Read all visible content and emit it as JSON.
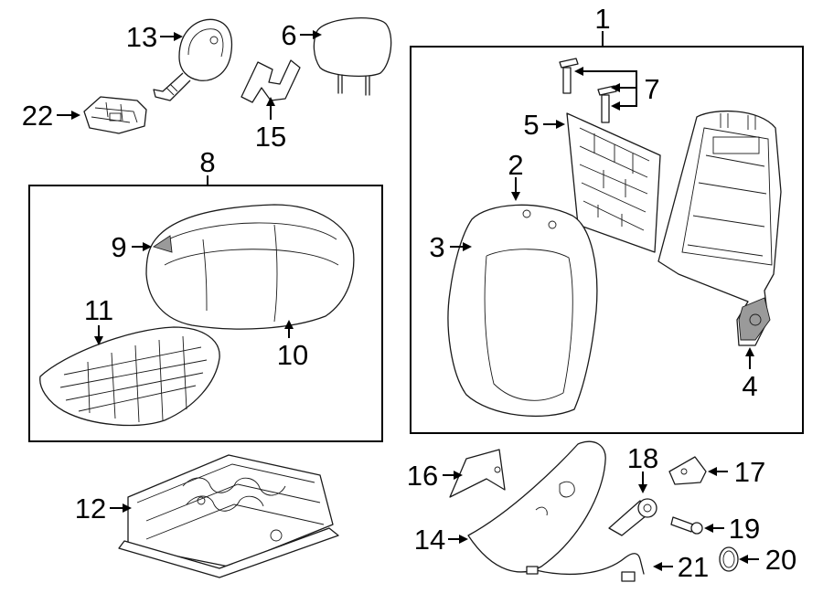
{
  "diagram": {
    "callouts": [
      {
        "id": "c1",
        "text": "1"
      },
      {
        "id": "c2",
        "text": "2"
      },
      {
        "id": "c3",
        "text": "3"
      },
      {
        "id": "c4",
        "text": "4"
      },
      {
        "id": "c5",
        "text": "5"
      },
      {
        "id": "c6",
        "text": "6"
      },
      {
        "id": "c7",
        "text": "7"
      },
      {
        "id": "c8",
        "text": "8"
      },
      {
        "id": "c9",
        "text": "9"
      },
      {
        "id": "c10",
        "text": "10"
      },
      {
        "id": "c11",
        "text": "11"
      },
      {
        "id": "c12",
        "text": "12"
      },
      {
        "id": "c13",
        "text": "13"
      },
      {
        "id": "c14",
        "text": "14"
      },
      {
        "id": "c15",
        "text": "15"
      },
      {
        "id": "c16",
        "text": "16"
      },
      {
        "id": "c17",
        "text": "17"
      },
      {
        "id": "c18",
        "text": "18"
      },
      {
        "id": "c19",
        "text": "19"
      },
      {
        "id": "c20",
        "text": "20"
      },
      {
        "id": "c21",
        "text": "21"
      },
      {
        "id": "c22",
        "text": "22"
      }
    ]
  }
}
